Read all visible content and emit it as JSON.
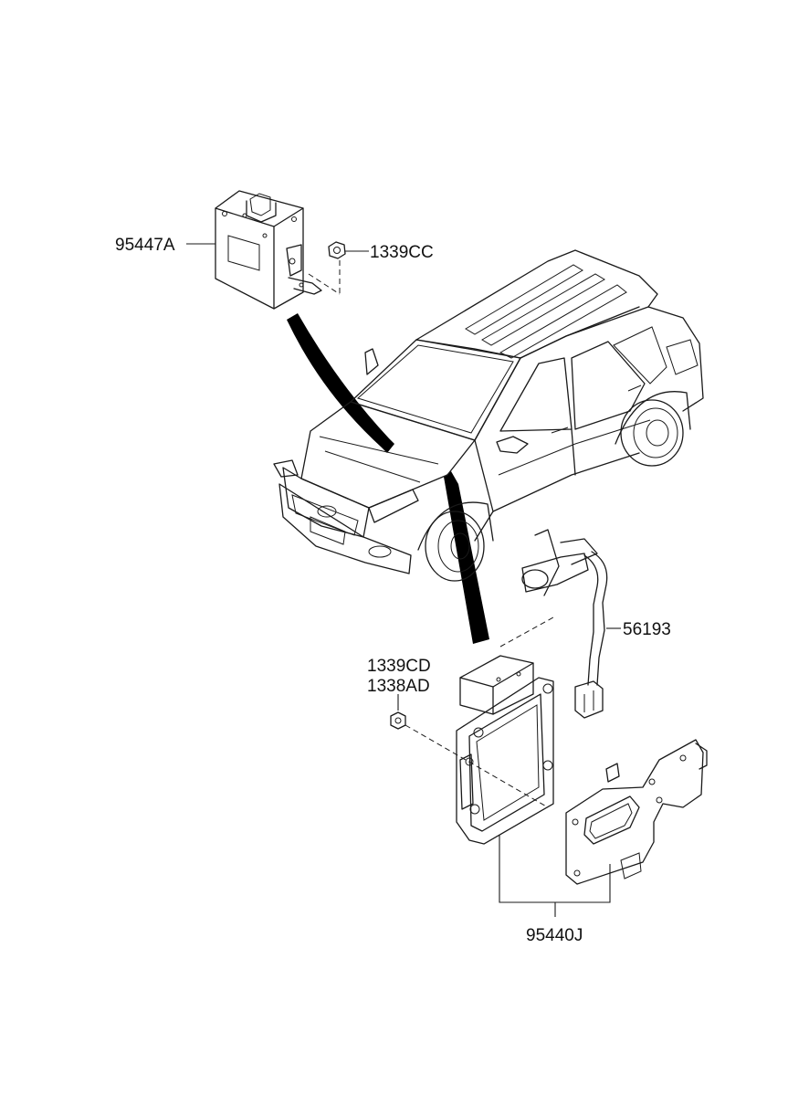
{
  "labels": {
    "module_top": "95447A",
    "nut_top": "1339CC",
    "cable": "56193",
    "bolt_line1": "1339CD",
    "bolt_line2": "1338AD",
    "ecu_assembly": "95440J"
  },
  "colors": {
    "line": "#1a1a1a",
    "background": "#ffffff",
    "arrow_fill": "#000000"
  }
}
